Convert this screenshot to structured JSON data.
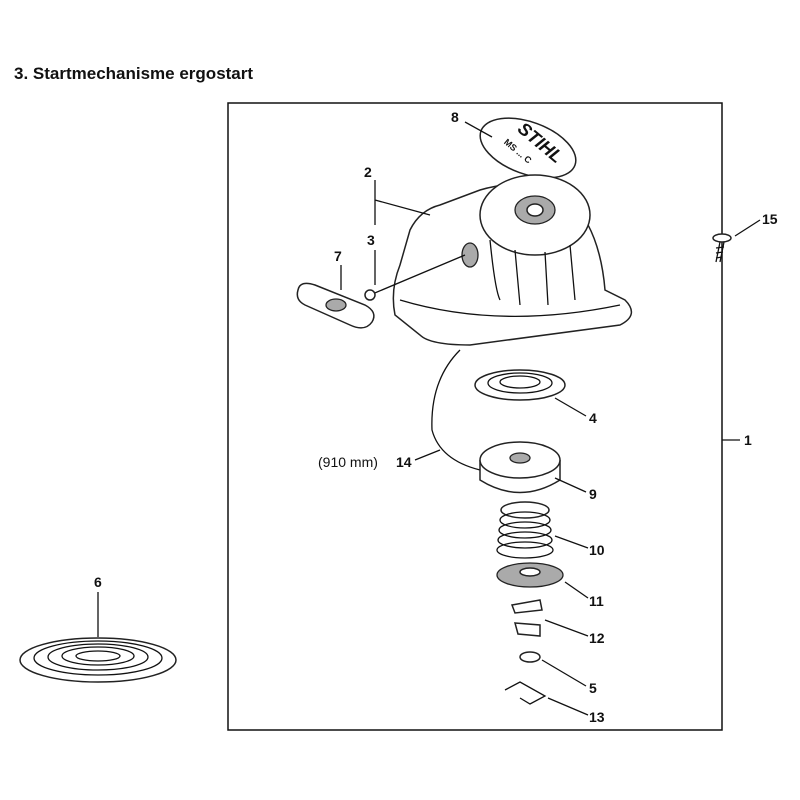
{
  "title": "3. Startmechanisme ergostart",
  "logo_text": "STIHL",
  "logo_subtext": "MS ... C",
  "callouts": {
    "p1": "1",
    "p2": "2",
    "p3": "3",
    "p4": "4",
    "p5": "5",
    "p6": "6",
    "p7": "7",
    "p8": "8",
    "p9": "9",
    "p10": "10",
    "p11": "11",
    "p12": "12",
    "p13": "13",
    "p14": "14",
    "p15": "15",
    "p14_note": "(910 mm)"
  }
}
